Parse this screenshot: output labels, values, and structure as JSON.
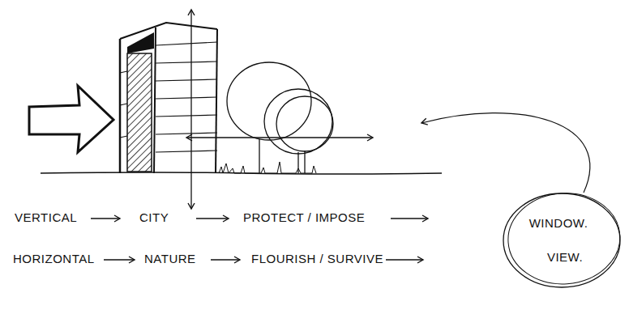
{
  "diagram": {
    "nodes": [
      {
        "text": [
          "WINDOW.",
          "VIEW."
        ]
      }
    ],
    "labels": [
      "VERTICAL",
      "CITY",
      "PROTECT / IMPOSE",
      "HORIZONTAL",
      "NATURE",
      "FLOURISH / SURVIVE"
    ]
  }
}
